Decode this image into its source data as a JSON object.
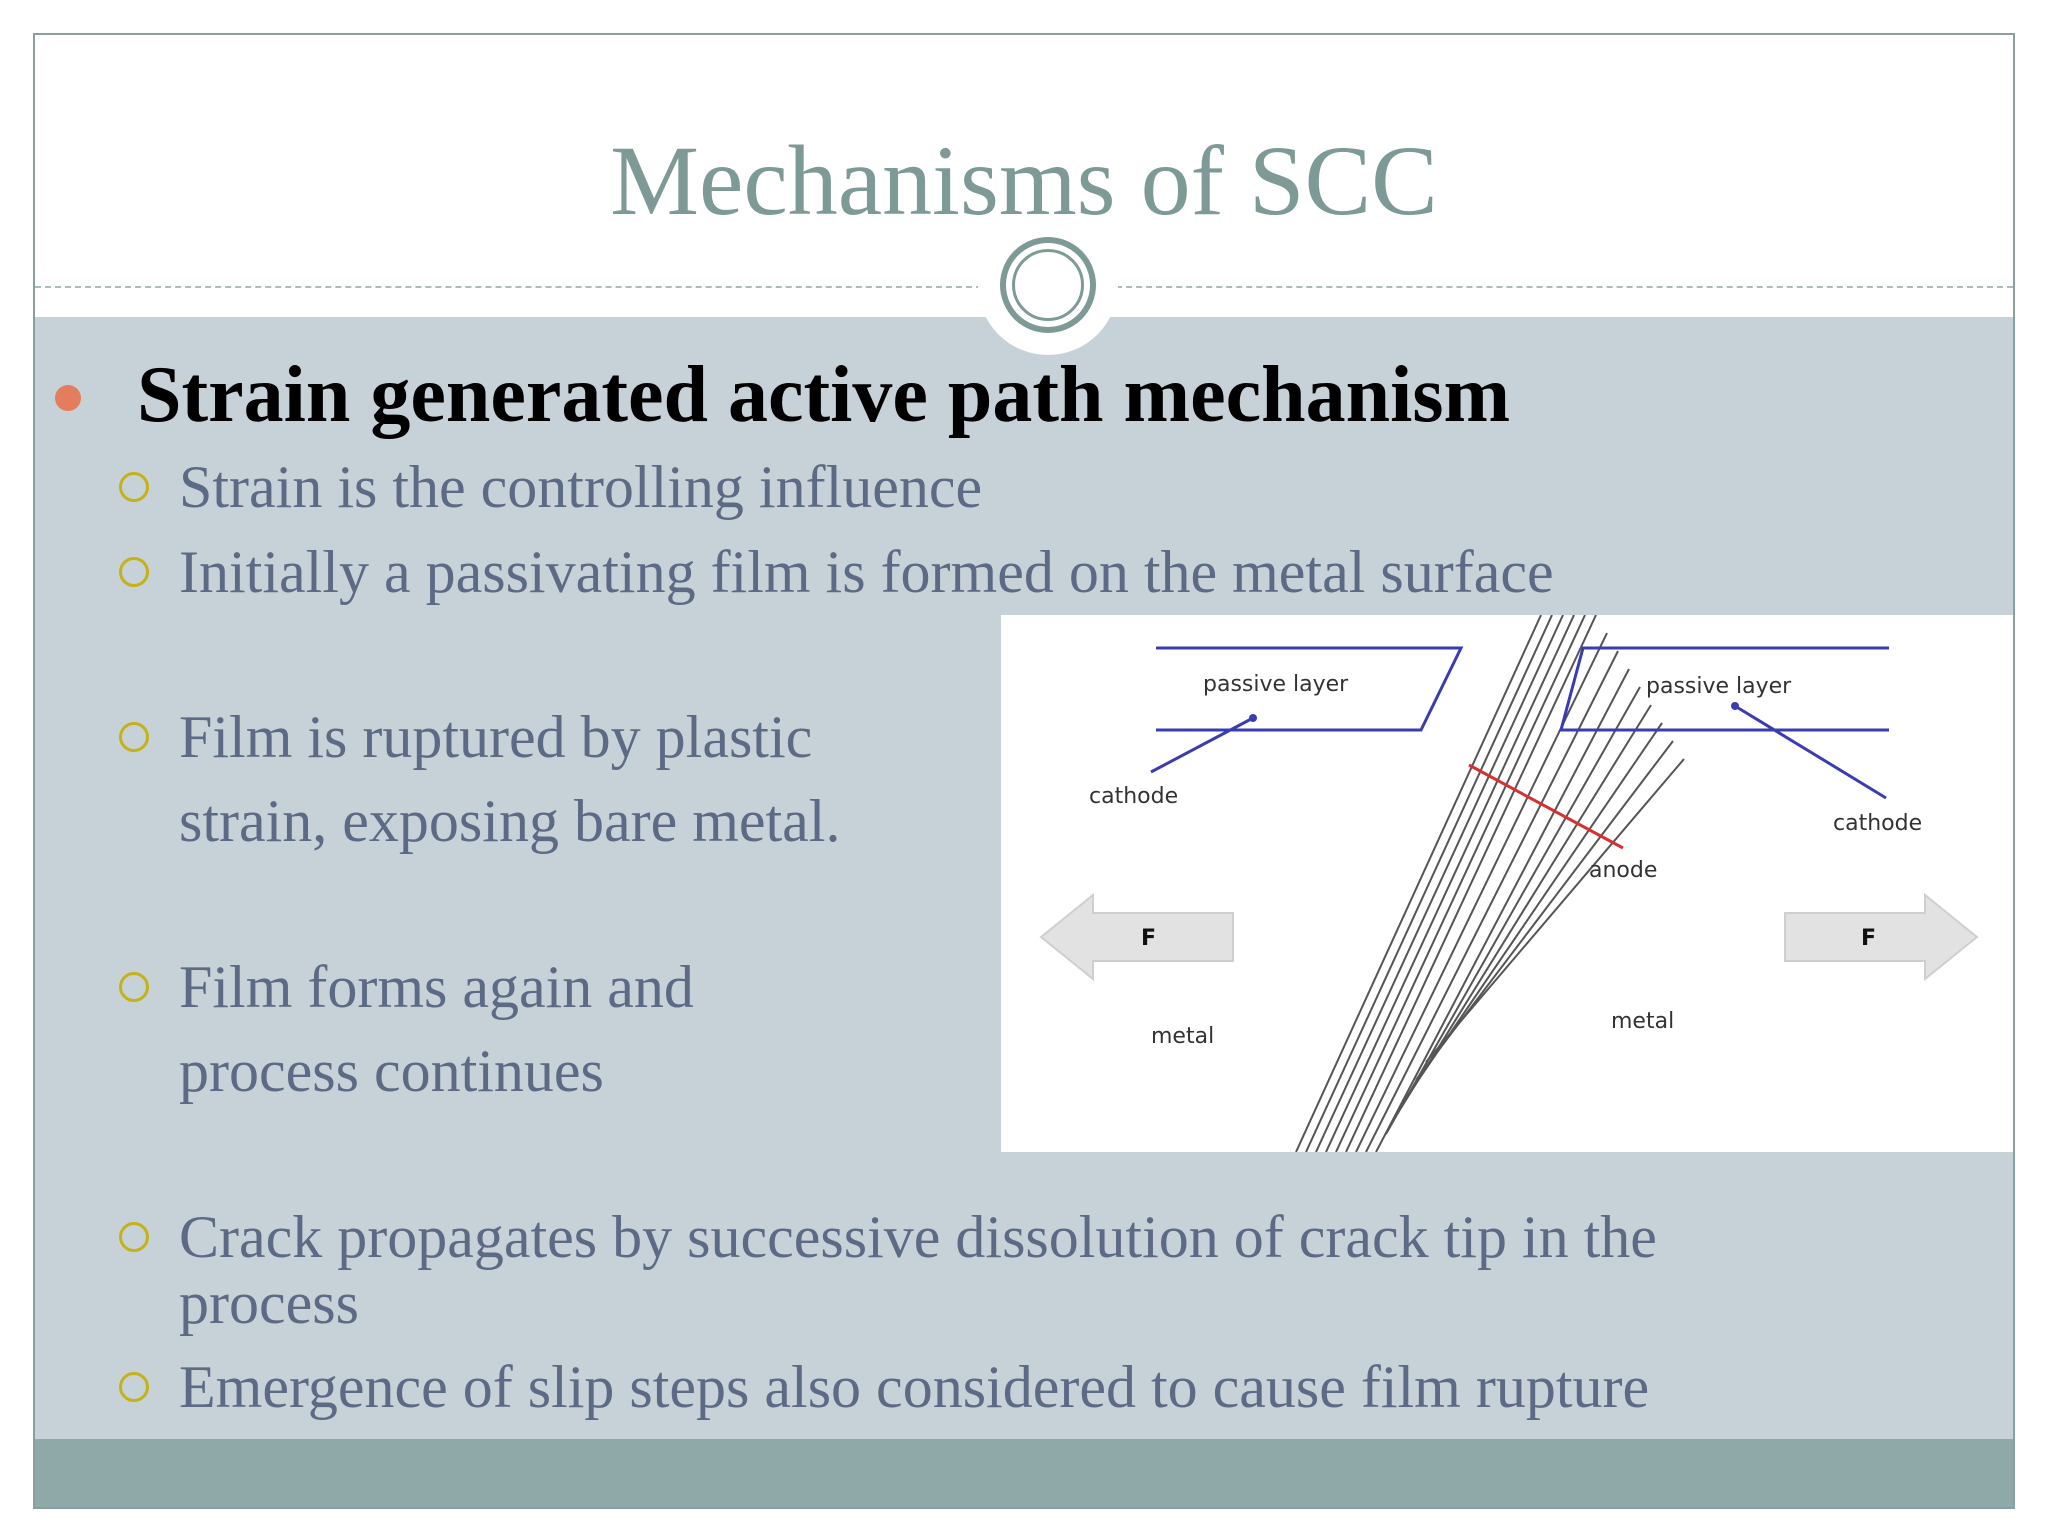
{
  "slide": {
    "title": "Mechanisms of SCC",
    "heading": "Strain generated active path mechanism",
    "points": [
      "Strain is the controlling influence",
      "Initially a passivating film is formed on the metal surface",
      "Film is ruptured by plastic",
      "strain, exposing bare metal.",
      "Film forms again and",
      "process continues",
      "Crack propagates by successive dissolution of crack tip in the",
      "process",
      "Emergence of slip steps also considered to cause film rupture"
    ]
  },
  "diagram": {
    "labels": {
      "passive_left": "passive layer",
      "passive_right": "passive layer",
      "cathode_left": "cathode",
      "cathode_right": "cathode",
      "anode": "anode",
      "force_left": "F",
      "force_right": "F",
      "metal_left": "metal",
      "metal_right": "metal"
    },
    "colors": {
      "layer": "#3a3cb0",
      "anode_line": "#d63030",
      "slip_lines": "#555555",
      "arrow": "#e2e2e2"
    }
  }
}
